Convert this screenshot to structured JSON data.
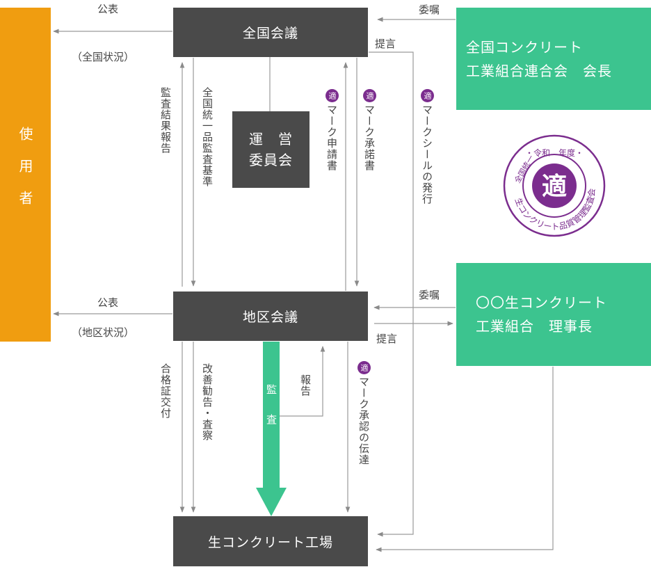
{
  "nodes": {
    "user": "使用者",
    "national": "全国会議",
    "steering_line1": "運　営",
    "steering_line2": "委員会",
    "federation_line1": "全国コンクリート",
    "federation_line2": "工業組合連合会　会長",
    "district": "地区会議",
    "union_line1": "〇〇生コンクリート",
    "union_line2": "工業組合　理事長",
    "plant": "生コンクリート工場"
  },
  "labels": {
    "publish_top": "公表",
    "national_status": "（全国状況）",
    "entrust_top": "委嘱",
    "proposal_top": "提言",
    "audit_report": "監査結果報告",
    "unified_standard": "全国統一品監査基準",
    "mark_application": "マーク申請書",
    "mark_approval_doc": "マーク承諾書",
    "mark_seal_issue": "マークシールの発行",
    "publish_mid": "公表",
    "district_status": "（地区状況）",
    "entrust_mid": "委嘱",
    "proposal_mid": "提言",
    "cert_issue": "合格証交付",
    "advice_inspect": "改善勧告・査察",
    "audit": "監査",
    "report": "報告",
    "mark_approval_relay": "マーク承認の伝達",
    "badge": "適"
  },
  "seal": {
    "center": "適",
    "top_text": "・令和　年度・",
    "ring_text": "生コンクリート品質管理監査会議",
    "left_text": "全国統一",
    "color": "#7b2d8e"
  },
  "colors": {
    "dark": "#4a4a4a",
    "green": "#3cc48f",
    "orange": "#f09d10",
    "line": "#9a9a9a",
    "purple": "#7b2d8e"
  }
}
